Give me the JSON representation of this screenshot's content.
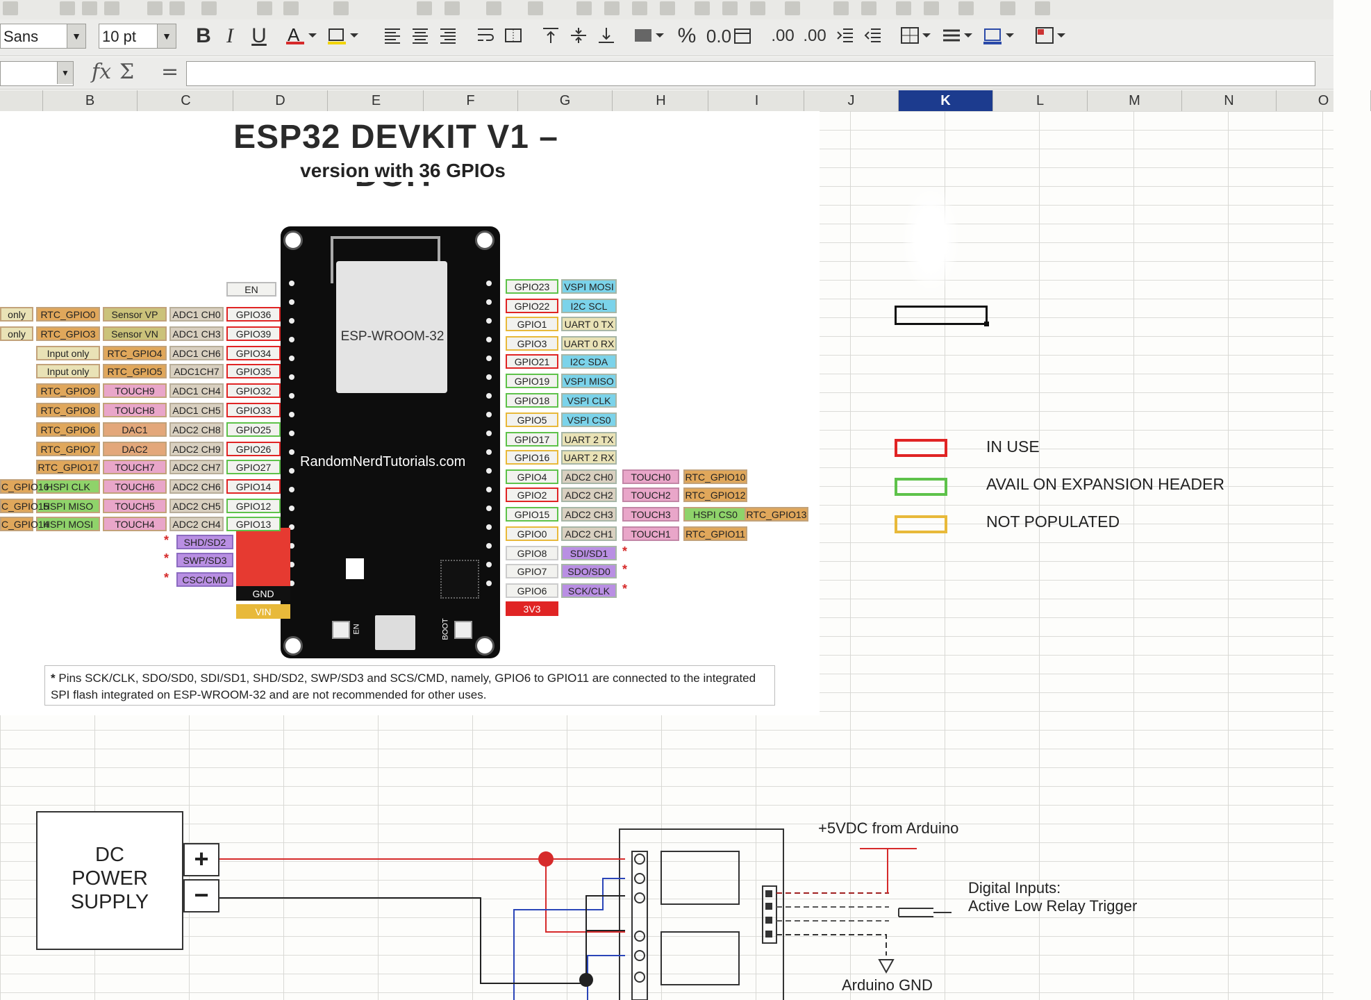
{
  "toolbar": {
    "font_name": "Sans",
    "font_size": "10 pt",
    "bold": "B",
    "italic": "I",
    "underline": "U",
    "percent": "%",
    "number_format": "0.0",
    "decimal_add": ".00",
    "decimal_remove": ".00"
  },
  "formula_bar": {
    "fx": "fx",
    "sum": "Σ",
    "equals": "="
  },
  "columns": [
    "B",
    "C",
    "D",
    "E",
    "F",
    "G",
    "H",
    "I",
    "J",
    "K",
    "L",
    "M",
    "N",
    "O"
  ],
  "selected_column": "K",
  "pinout": {
    "title": "ESP32 DEVKIT V1 – DOIT",
    "subtitle": "version with 36 GPIOs",
    "module_label": "ESP-WROOM-32",
    "site_label": "RandomNerdTutorials.com",
    "button_en": "EN",
    "button_boot": "BOOT",
    "left_pins": [
      {
        "text": "EN"
      },
      {
        "text": "GPIO36"
      },
      {
        "text": "GPIO39"
      },
      {
        "text": "GPIO34"
      },
      {
        "text": "GPIO35"
      },
      {
        "text": "GPIO32"
      },
      {
        "text": "GPIO33"
      },
      {
        "text": "GPIO25"
      },
      {
        "text": "GPIO26"
      },
      {
        "text": "GPIO27"
      },
      {
        "text": "GPIO14"
      },
      {
        "text": "GPIO12"
      },
      {
        "text": "GPIO13"
      },
      {
        "text": "GND"
      },
      {
        "text": "VIN"
      }
    ],
    "left_adc": [
      "ADC1 CH0",
      "ADC1 CH3",
      "ADC1 CH6",
      "ADC1CH7",
      "ADC1 CH4",
      "ADC1 CH5",
      "ADC2 CH8",
      "ADC2 CH9",
      "ADC2 CH7",
      "ADC2 CH6",
      "ADC2 CH5",
      "ADC2 CH4"
    ],
    "left_func": [
      "Sensor VP",
      "Sensor VN",
      "RTC_GPIO4",
      "RTC_GPIO5",
      "TOUCH9",
      "TOUCH8",
      "DAC1",
      "DAC2",
      "TOUCH7",
      "TOUCH6",
      "TOUCH5",
      "TOUCH4"
    ],
    "left_rtc": [
      "RTC_GPIO0",
      "RTC_GPIO3",
      "Input only",
      "Input only",
      "RTC_GPIO9",
      "RTC_GPIO8",
      "RTC_GPIO6",
      "RTC_GPIO7",
      "RTC_GPIO17",
      "HSPI CLK",
      "HSPI MISO",
      "HSPI MOSI"
    ],
    "left_far": [
      "only",
      "only",
      "",
      "",
      "",
      "",
      "",
      "",
      "",
      "C_GPIO16",
      "C_GPIO15",
      "C_GPIO14"
    ],
    "flash_left": [
      "SHD/SD2",
      "SWP/SD3",
      "CSC/CMD"
    ],
    "right_pins": [
      "GPIO23",
      "GPIO22",
      "GPIO1",
      "GPIO3",
      "GPIO21",
      "GPIO19",
      "GPIO18",
      "GPIO5",
      "GPIO17",
      "GPIO16",
      "GPIO4",
      "GPIO2",
      "GPIO15",
      "GPIO0",
      "GPIO8",
      "GPIO7",
      "GPIO6",
      "3V3"
    ],
    "right_func": [
      "VSPI MOSI",
      "I2C SCL",
      "UART 0 TX",
      "UART 0 RX",
      "I2C SDA",
      "VSPI MISO",
      "VSPI CLK",
      "VSPI CS0",
      "UART 2 TX",
      "UART 2 RX",
      "ADC2 CH0",
      "ADC2 CH2",
      "ADC2 CH3",
      "ADC2 CH1",
      "SDI/SD1",
      "SDO/SD0",
      "SCK/CLK"
    ],
    "right_touch": [
      "TOUCH0",
      "TOUCH2",
      "TOUCH3",
      "TOUCH1"
    ],
    "right_rtc": [
      "RTC_GPIO10",
      "RTC_GPIO12",
      "HSPI CS0",
      "RTC_GPIO11"
    ],
    "right_far": "RTC_GPIO13",
    "footnote_star": "*",
    "footnote": "Pins SCK/CLK, SDO/SD0, SDI/SD1, SHD/SD2, SWP/SD3 and SCS/CMD, namely, GPIO6 to GPIO11 are connected to the integrated SPI flash integrated on ESP-WROOM-32 and are not recommended for other uses."
  },
  "legend": {
    "in_use": "IN USE",
    "avail": "AVAIL ON EXPANSION HEADER",
    "not_populated": "NOT POPULATED",
    "colors": {
      "in_use": "#e02424",
      "avail": "#5ec24a",
      "not_populated": "#e8b93a"
    }
  },
  "schematic": {
    "psu_line1": "DC",
    "psu_line2": "POWER",
    "psu_line3": "SUPPLY",
    "plus": "+",
    "minus": "−",
    "v5_label": "+5VDC from Arduino",
    "inputs_line1": "Digital Inputs:",
    "inputs_line2": "Active Low Relay Trigger",
    "gnd_label": "Arduino GND"
  },
  "colors": {
    "purple": "#b98fe3",
    "adc": "#d9d0c0",
    "rtc": "#e0a75b",
    "sensor": "#cbc27a",
    "touch": "#e9a6c9",
    "dac": "#e3a77a",
    "cyan": "#7bd3ea",
    "uart": "#e9e2b6",
    "hspi": "#8fd36a",
    "gpio_bg": "#f2f2ef",
    "red": "#e02424",
    "green": "#5ec24a",
    "yellow": "#e8b93a"
  }
}
